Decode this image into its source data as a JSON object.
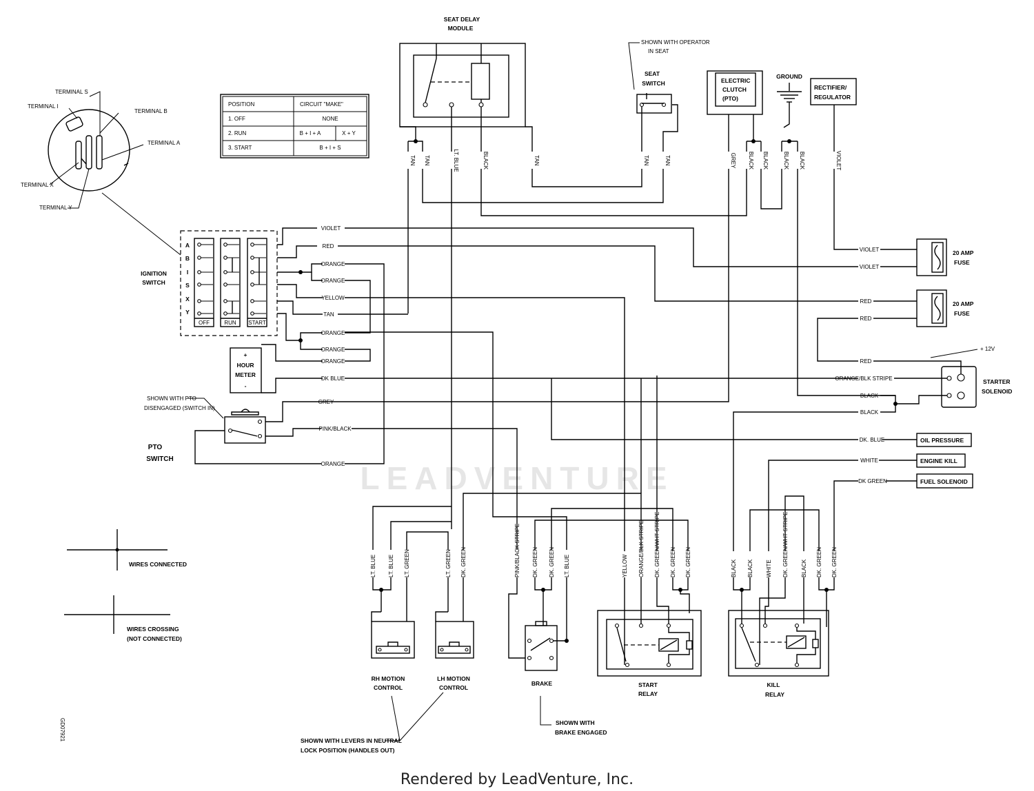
{
  "footer": "Rendered by LeadVenture, Inc.",
  "watermark": "LEADVENTURE",
  "drawing_number": "GD07921",
  "table": {
    "headers": [
      "POSITION",
      "CIRCUIT \"MAKE\""
    ],
    "rows": [
      [
        "1. OFF",
        "NONE",
        ""
      ],
      [
        "2. RUN",
        "B + I + A",
        "X + Y"
      ],
      [
        "3. START",
        "B + I + S",
        ""
      ]
    ]
  },
  "components": {
    "seat_delay": [
      "SEAT DELAY",
      "MODULE"
    ],
    "seat_switch_note": [
      "SHOWN WITH OPERATOR",
      "IN SEAT"
    ],
    "seat_switch": [
      "SEAT",
      "SWITCH"
    ],
    "electric_clutch": [
      "ELECTRIC",
      "CLUTCH",
      "(PTO)"
    ],
    "ground": "GROUND",
    "rectifier": [
      "RECTIFIER/",
      "REGULATOR"
    ],
    "ignition_switch": [
      "IGNITION",
      "SWITCH"
    ],
    "ignition_terminals": [
      "TERMINAL S",
      "TERMINAL I",
      "TERMINAL B",
      "TERMINAL A",
      "TERMINAL X",
      "TERMINAL Y"
    ],
    "switch_letters": [
      "A",
      "B",
      "I",
      "S",
      "X",
      "Y"
    ],
    "switch_positions": [
      "OFF",
      "RUN",
      "START"
    ],
    "hour_meter": [
      "+",
      "HOUR",
      "METER",
      "-"
    ],
    "pto_note": [
      "SHOWN WITH PTO",
      "DISENGAGED (SWITCH IN)"
    ],
    "pto_switch": [
      "PTO",
      "SWITCH"
    ],
    "fuse1": [
      "20 AMP",
      "FUSE"
    ],
    "fuse2": [
      "20 AMP",
      "FUSE"
    ],
    "plus12": "+ 12V",
    "starter": [
      "STARTER",
      "SOLENOID"
    ],
    "oil_pressure": "OIL PRESSURE",
    "engine_kill": "ENGINE KILL",
    "fuel_solenoid": "FUEL SOLENOID",
    "rh_motion": [
      "RH MOTION",
      "CONTROL"
    ],
    "lh_motion": [
      "LH MOTION",
      "CONTROL"
    ],
    "brake": "BRAKE",
    "start_relay": [
      "START",
      "RELAY"
    ],
    "kill_relay": [
      "KILL",
      "RELAY"
    ],
    "levers_note": [
      "SHOWN WITH LEVERS IN NEUTRAL",
      "LOCK POSITION (HANDLES OUT)"
    ],
    "brake_note": [
      "SHOWN WITH",
      "BRAKE ENGAGED"
    ]
  },
  "legend": {
    "connected": "WIRES CONNECTED",
    "crossing": [
      "WIRES CROSSING",
      "(NOT CONNECTED)"
    ]
  },
  "top_wires": [
    "TAN",
    "TAN",
    "LT. BLUE",
    "BLACK",
    "TAN",
    "TAN",
    "TAN",
    "GREY",
    "BLACK",
    "BLACK",
    "BLACK",
    "BLACK",
    "VIOLET"
  ],
  "ign_wires": [
    "VIOLET",
    "RED",
    "ORANGE",
    "ORANGE",
    "YELLOW",
    "TAN",
    "ORANGE",
    "ORANGE",
    "ORANGE",
    "DK BLUE",
    "GREY",
    "PINK/BLACK",
    "ORANGE"
  ],
  "right_wires": [
    "VIOLET",
    "VIOLET",
    "RED",
    "RED",
    "RED",
    "ORANGE/BLK STRIPE",
    "BLACK",
    "BLACK",
    "DK. BLUE",
    "WHITE",
    "DK GREEN"
  ],
  "bottom_wires": [
    "LT. BLUE",
    "LT. BLUE",
    "LT. GREEN",
    "LT. GREEN",
    "DK. GREEN",
    "PINK/BLACK STRIPE",
    "DK. GREEN",
    "DK. GREEN",
    "LT. BLUE",
    "YELLOW",
    "ORANGE/BLK STRIPE",
    "DK. GREEN/WHT STRIPE",
    "DK. GREEN",
    "DK. GREEN",
    "BLACK",
    "BLACK",
    "WHITE",
    "DK. GREEN/WHT STRIPE",
    "BLACK",
    "DK. GREEN",
    "DK. GREEN"
  ]
}
